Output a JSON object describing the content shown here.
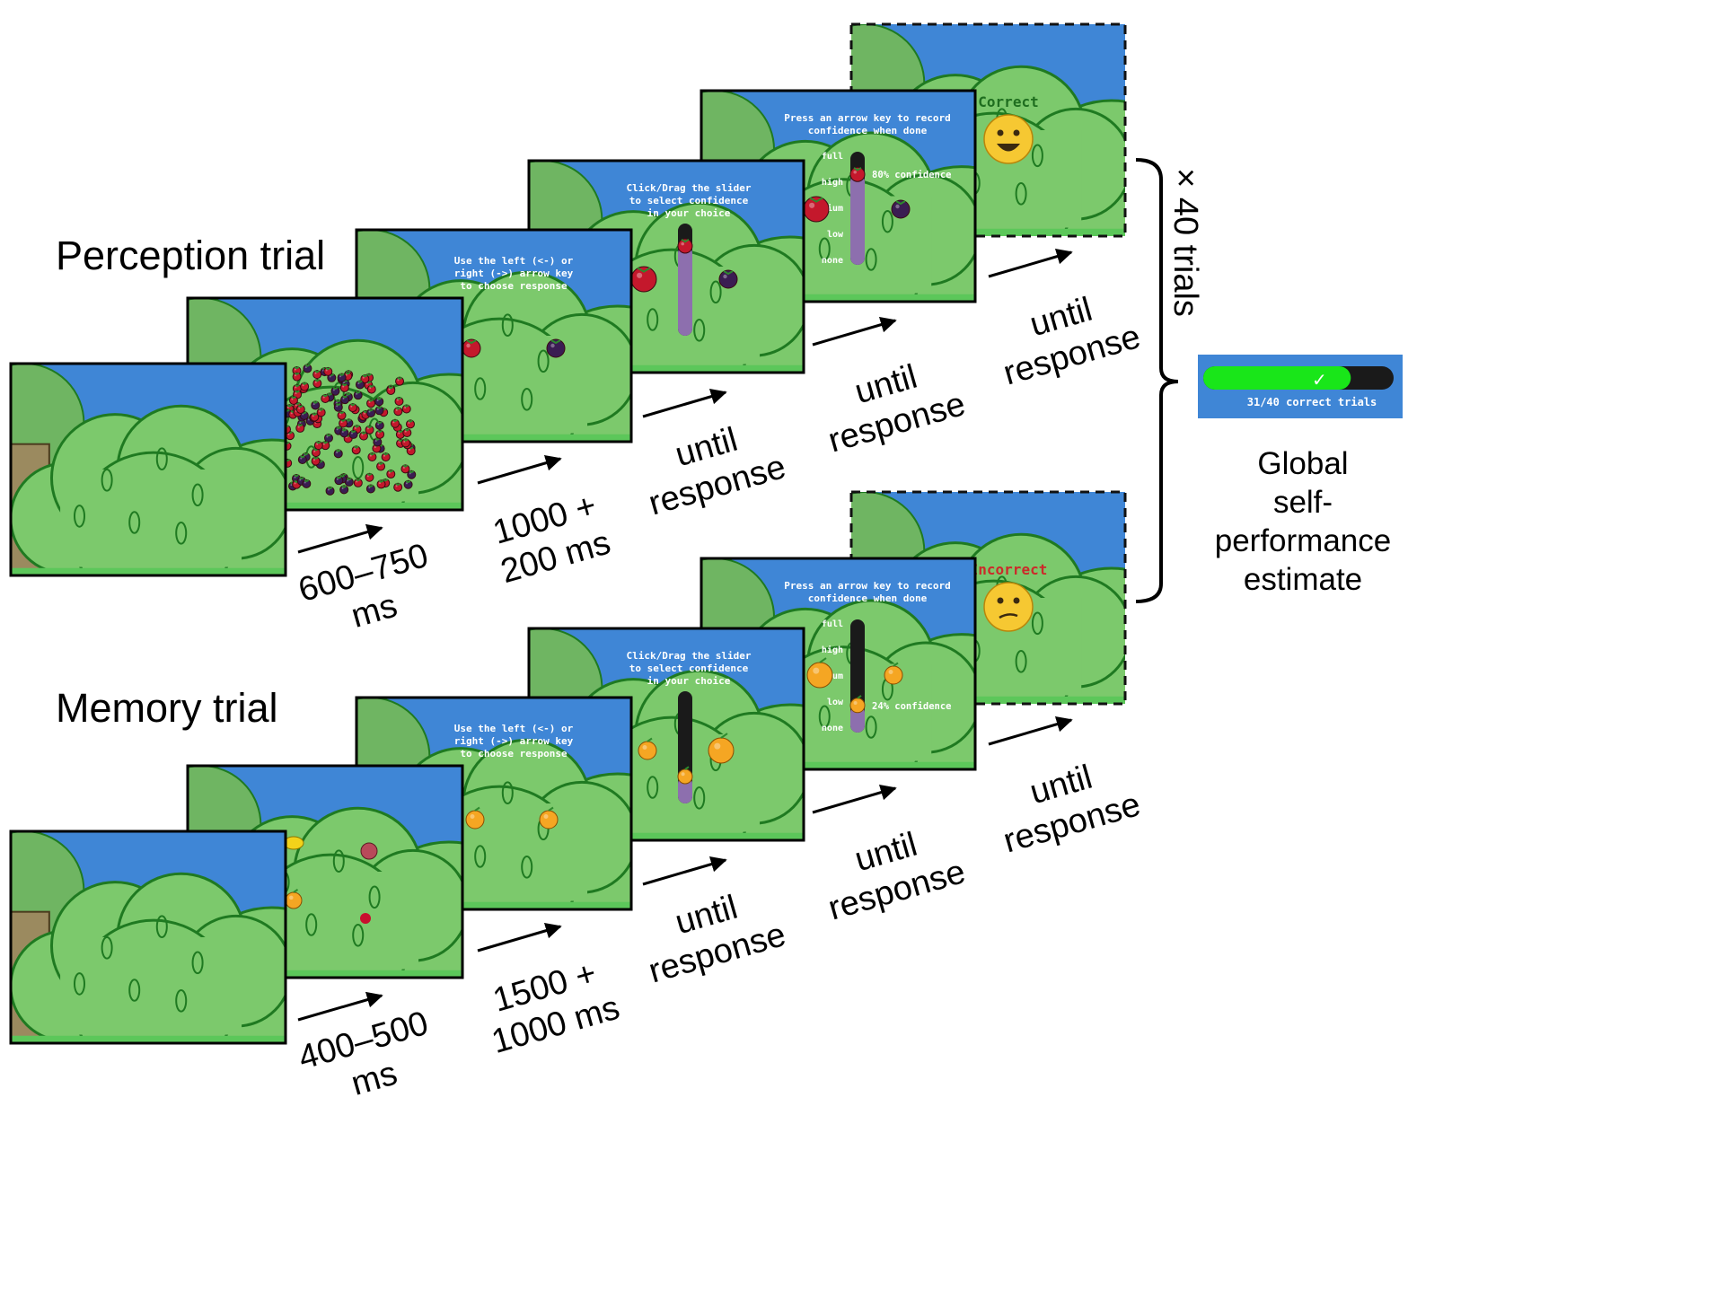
{
  "diagram": {
    "perception": {
      "title": "Perception trial",
      "durations": [
        [
          "600–750",
          "ms"
        ],
        [
          "1000 +",
          "200 ms"
        ],
        [
          "until",
          "response"
        ],
        [
          "until",
          "response"
        ],
        [
          "until",
          "response"
        ]
      ],
      "instruction_choice": [
        "Use the left (<-) or",
        "right (->) arrow key",
        "to choose response"
      ],
      "instruction_slider": [
        "Click/Drag the slider",
        "to select confidence",
        "in your choice"
      ],
      "instruction_record": [
        "Press an arrow key to record",
        "confidence when done"
      ],
      "confidence_levels": [
        "full",
        "high",
        "medium",
        "low",
        "none"
      ],
      "confidence_readout": "80% confidence",
      "confidence_value": 0.8,
      "feedback": "Correct",
      "feedback_color": "#1f6e1f"
    },
    "memory": {
      "title": "Memory trial",
      "durations": [
        [
          "400–500",
          "ms"
        ],
        [
          "1500 +",
          "1000 ms"
        ],
        [
          "until",
          "response"
        ],
        [
          "until",
          "response"
        ],
        [
          "until",
          "response"
        ]
      ],
      "instruction_choice": [
        "Use the left (<-) or",
        "right (->) arrow key",
        "to choose response"
      ],
      "instruction_slider": [
        "Click/Drag the slider",
        "to select confidence",
        "in your choice"
      ],
      "instruction_record": [
        "Press an arrow key to record",
        "confidence when done"
      ],
      "confidence_levels": [
        "full",
        "high",
        "medium",
        "low",
        "none"
      ],
      "confidence_readout": "24% confidence",
      "confidence_value": 0.24,
      "feedback": "Incorrect",
      "feedback_color": "#cc2a2a"
    },
    "repeat_label": "× 40 trials",
    "progress": {
      "text": "31/40 correct trials",
      "fraction": 0.775
    },
    "global_label": [
      "Global",
      "self-",
      "performance",
      "estimate"
    ],
    "colors": {
      "sky": "#3f86d6",
      "bush": "#7cc96c",
      "outline": "#1f7a21",
      "trunk": "#9b8a5f",
      "slider": "#8d6fae"
    }
  }
}
